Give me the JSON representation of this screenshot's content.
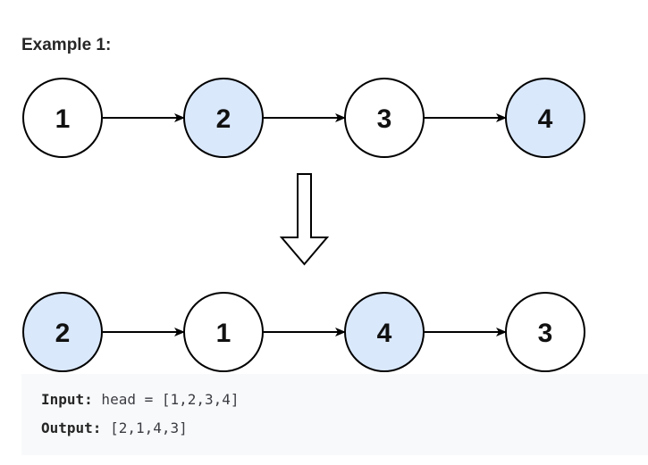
{
  "heading": "Example 1:",
  "before": {
    "nodes": [
      {
        "label": "1",
        "fill": "#ffffff"
      },
      {
        "label": "2",
        "fill": "#dae8fc"
      },
      {
        "label": "3",
        "fill": "#ffffff"
      },
      {
        "label": "4",
        "fill": "#dae8fc"
      }
    ]
  },
  "after": {
    "nodes": [
      {
        "label": "2",
        "fill": "#dae8fc"
      },
      {
        "label": "1",
        "fill": "#ffffff"
      },
      {
        "label": "4",
        "fill": "#dae8fc"
      },
      {
        "label": "3",
        "fill": "#ffffff"
      }
    ]
  },
  "transform_arrow_icon": "down-arrow-icon",
  "code": {
    "input_label": "Input:",
    "input_value": " head = [1,2,3,4]",
    "output_label": "Output:",
    "output_value": " [2,1,4,3]"
  },
  "colors": {
    "highlight_fill": "#dae8fc",
    "plain_fill": "#ffffff",
    "stroke": "#000000",
    "code_background": "#f7f9fa"
  }
}
